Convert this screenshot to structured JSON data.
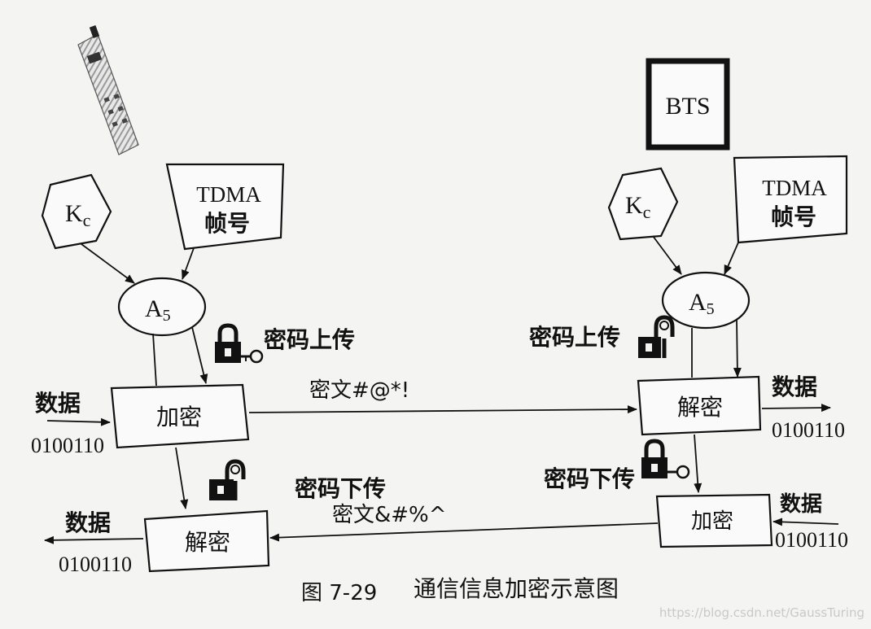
{
  "phone": {
    "icon": "mobile-phone-icon"
  },
  "bts": {
    "label": "BTS"
  },
  "left": {
    "kc": {
      "main": "K",
      "sub": "c"
    },
    "tdma": {
      "line1": "TDMA",
      "line2": "帧号"
    },
    "a5": {
      "main": "A",
      "sub": "5"
    },
    "upload_label": "密码上传",
    "encrypt_label": "加密",
    "data_in_label": "数据",
    "data_in_bits": "0100110",
    "download_label": "密码下传",
    "decrypt_label": "解密",
    "data_out_label": "数据",
    "data_out_bits": "0100110"
  },
  "right": {
    "kc": {
      "main": "K",
      "sub": "c"
    },
    "tdma": {
      "line1": "TDMA",
      "line2": "帧号"
    },
    "a5": {
      "main": "A",
      "sub": "5"
    },
    "upload_label": "密码上传",
    "decrypt_label": "解密",
    "data_out_label": "数据",
    "data_out_bits": "0100110",
    "download_label": "密码下传",
    "encrypt_label": "加密",
    "data_in_label": "数据",
    "data_in_bits": "0100110"
  },
  "cipher_up": "密文#@*!",
  "cipher_down": "密文&#%^",
  "caption": {
    "number": "图 7-29",
    "title": "通信信息加密示意图"
  },
  "watermark": "https://blog.csdn.net/GaussTuring"
}
